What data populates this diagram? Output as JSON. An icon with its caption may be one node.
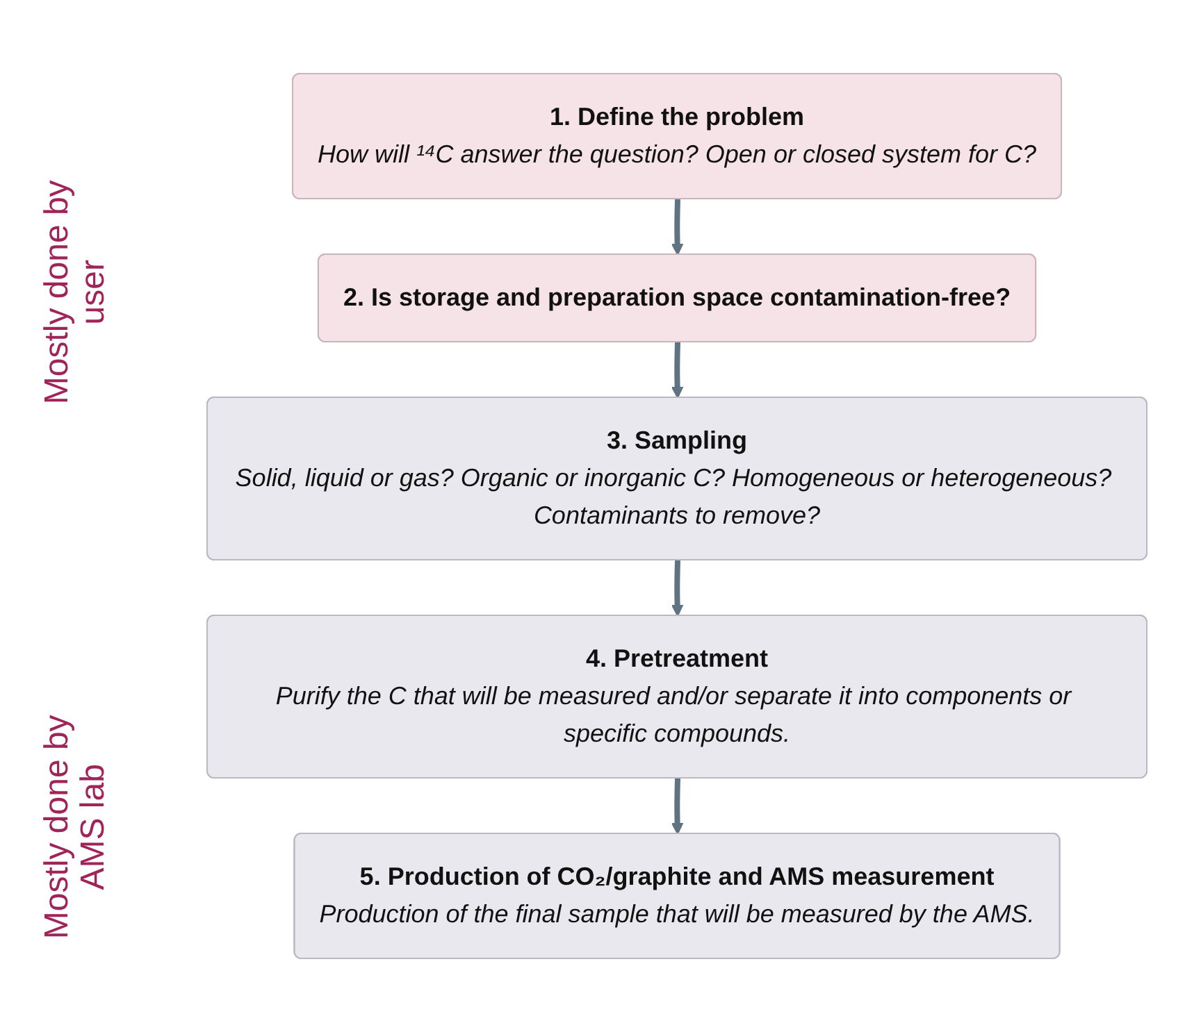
{
  "diagram": {
    "nodes": [
      {
        "text": [
          "1. Define the problem",
          "How will ¹⁴C answer the question? Open or closed system for C?"
        ]
      },
      {
        "text": [
          "2. Is storage and preparation space contamination-free?"
        ]
      },
      {
        "text": [
          "3. Sampling",
          "Solid, liquid or gas? Organic or inorganic C? Homogeneous or heterogeneous? Contaminants to remove?"
        ]
      },
      {
        "text": [
          "4. Pretreatment",
          "Purify the C that will be measured and/or separate it into components or specific compounds."
        ]
      },
      {
        "text": [
          "5. Production of CO₂/graphite and AMS measurement",
          "Production of the final sample that will be measured by the AMS."
        ]
      }
    ],
    "edges": [
      {
        "from": 0,
        "to": 1,
        "arrow": "to"
      },
      {
        "from": 1,
        "to": 2,
        "arrow": "to"
      },
      {
        "from": 2,
        "to": 3,
        "arrow": "to"
      },
      {
        "from": 3,
        "to": 4,
        "arrow": "to"
      }
    ],
    "labels": [
      "Mostly done by user",
      "Mostly done by AMS lab"
    ]
  }
}
